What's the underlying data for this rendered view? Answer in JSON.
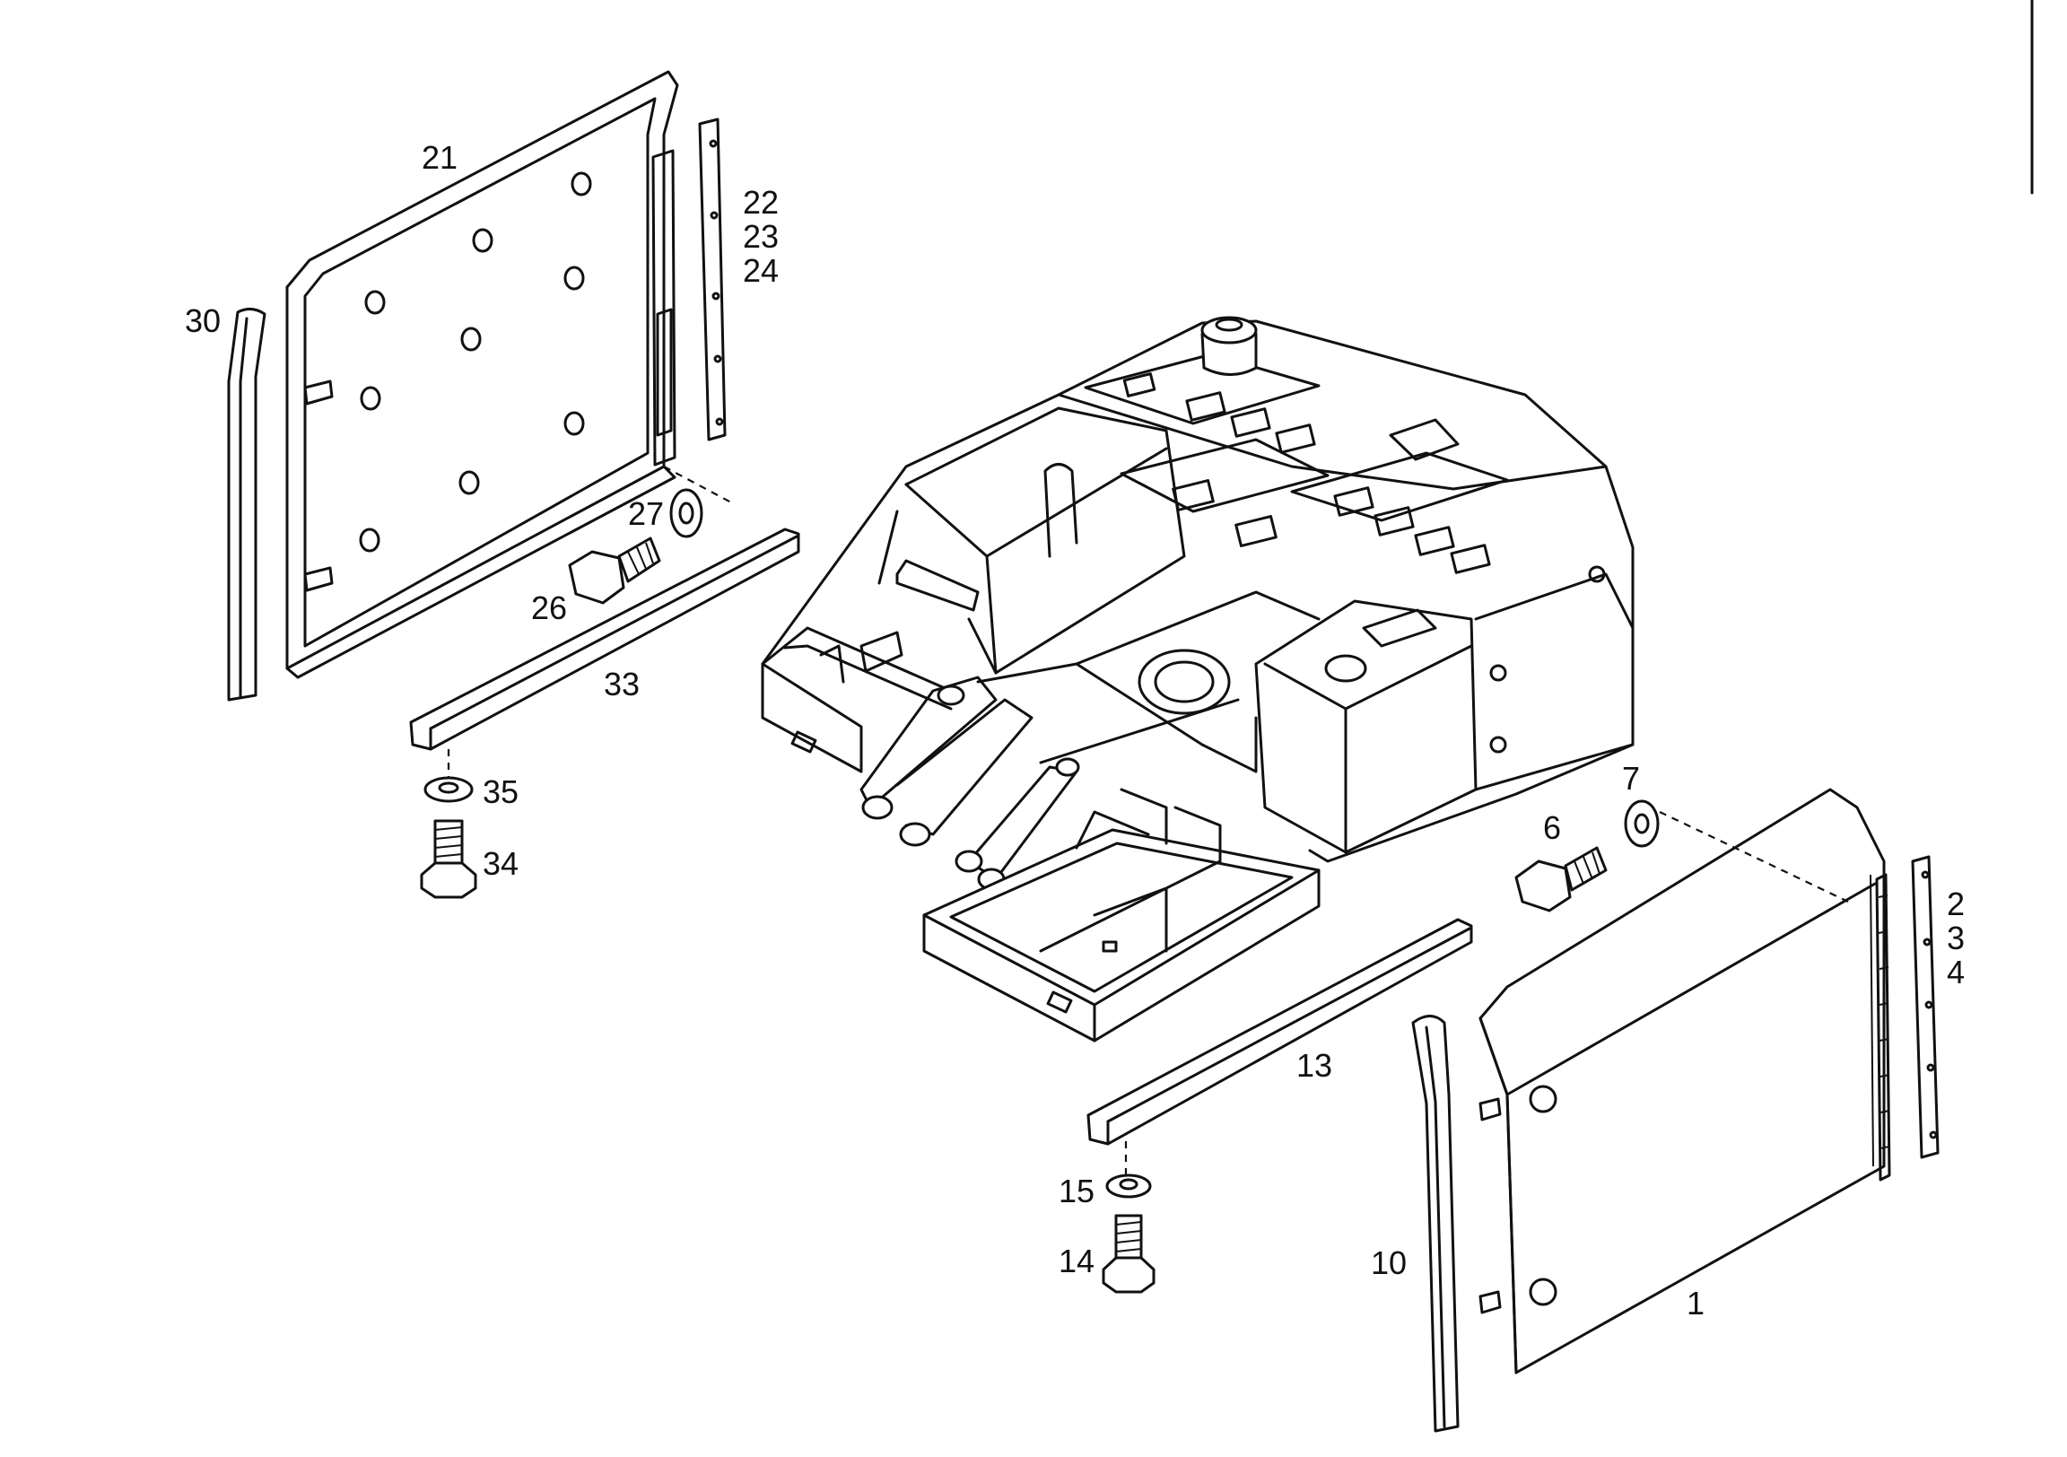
{
  "diagram": {
    "labels": [
      {
        "id": "p21",
        "text": "21"
      },
      {
        "id": "p22",
        "text": "22"
      },
      {
        "id": "p23",
        "text": "23"
      },
      {
        "id": "p24",
        "text": "24"
      },
      {
        "id": "p30",
        "text": "30"
      },
      {
        "id": "p27",
        "text": "27"
      },
      {
        "id": "p26",
        "text": "26"
      },
      {
        "id": "p33",
        "text": "33"
      },
      {
        "id": "p35",
        "text": "35"
      },
      {
        "id": "p34",
        "text": "34"
      },
      {
        "id": "p7",
        "text": "7"
      },
      {
        "id": "p6",
        "text": "6"
      },
      {
        "id": "p2",
        "text": "2"
      },
      {
        "id": "p3",
        "text": "3"
      },
      {
        "id": "p4",
        "text": "4"
      },
      {
        "id": "p13",
        "text": "13"
      },
      {
        "id": "p15",
        "text": "15"
      },
      {
        "id": "p14",
        "text": "14"
      },
      {
        "id": "p10",
        "text": "10"
      },
      {
        "id": "p1",
        "text": "1"
      }
    ]
  }
}
